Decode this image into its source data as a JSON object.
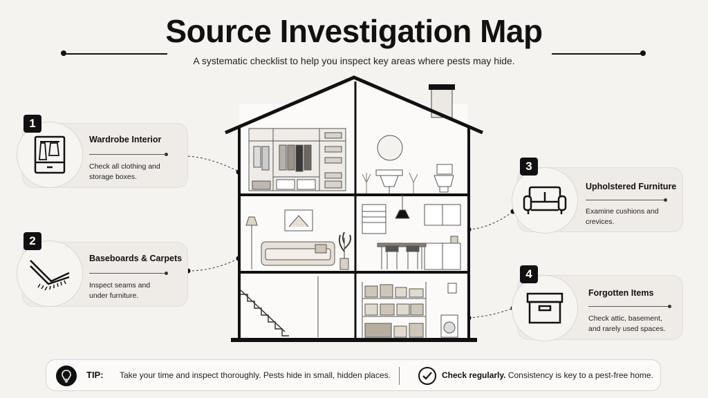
{
  "header": {
    "title": "Source Investigation Map",
    "subtitle": "A systematic checklist to help you inspect key areas where pests may hide."
  },
  "areas": [
    {
      "number": "1",
      "title": "Wardrobe Interior",
      "line1": "Check all clothing and",
      "line2": "storage boxes.",
      "icon": "wardrobe-icon"
    },
    {
      "number": "2",
      "title": "Baseboards & Carpets",
      "line1": "Inspect seams and",
      "line2": "under furniture.",
      "icon": "baseboard-icon"
    },
    {
      "number": "3",
      "title": "Upholstered Furniture",
      "line1": "Examine cushions and",
      "line2": "crevices.",
      "icon": "sofa-icon"
    },
    {
      "number": "4",
      "title": "Forgotten Items",
      "line1": "Check attic, basement,",
      "line2": "and rarely used spaces.",
      "icon": "storage-box-icon"
    }
  ],
  "footer": {
    "tip_label": "TIP:",
    "tip_text": "Take your time and inspect thoroughly. Pests hide in small, hidden places.",
    "check_bold": "Check regularly.",
    "check_text": " Consistency is key to a pest-free home."
  },
  "colors": {
    "ink": "#111111",
    "card": "#efebe6",
    "background": "#f5f3f0"
  }
}
